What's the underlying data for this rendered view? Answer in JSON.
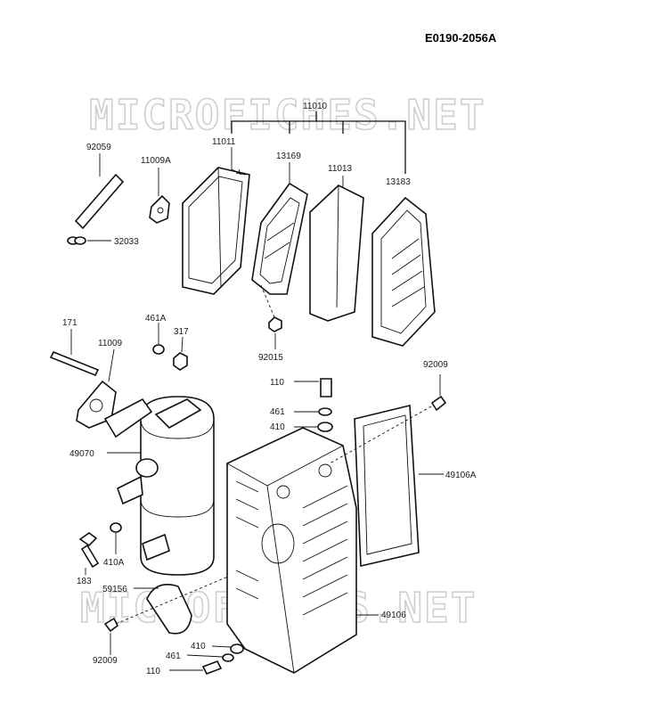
{
  "diagram_code": "E0190-2056A",
  "watermark": "MICROFICHES.NET",
  "labels": [
    {
      "id": "lbl-11010",
      "text": "11010"
    },
    {
      "id": "lbl-11011",
      "text": "11011"
    },
    {
      "id": "lbl-13169",
      "text": "13169"
    },
    {
      "id": "lbl-11013",
      "text": "11013"
    },
    {
      "id": "lbl-13183",
      "text": "13183"
    },
    {
      "id": "lbl-92059",
      "text": "92059"
    },
    {
      "id": "lbl-11009a",
      "text": "11009A"
    },
    {
      "id": "lbl-32033",
      "text": "32033"
    },
    {
      "id": "lbl-171",
      "text": "171"
    },
    {
      "id": "lbl-11009",
      "text": "11009"
    },
    {
      "id": "lbl-461a",
      "text": "461A"
    },
    {
      "id": "lbl-317",
      "text": "317"
    },
    {
      "id": "lbl-92015",
      "text": "92015"
    },
    {
      "id": "lbl-92009-top",
      "text": "92009"
    },
    {
      "id": "lbl-110-top",
      "text": "110"
    },
    {
      "id": "lbl-461-top",
      "text": "461"
    },
    {
      "id": "lbl-410-top",
      "text": "410"
    },
    {
      "id": "lbl-49070",
      "text": "49070"
    },
    {
      "id": "lbl-49106a",
      "text": "49106A"
    },
    {
      "id": "lbl-410a",
      "text": "410A"
    },
    {
      "id": "lbl-183",
      "text": "183"
    },
    {
      "id": "lbl-59156",
      "text": "59156"
    },
    {
      "id": "lbl-49106",
      "text": "49106"
    },
    {
      "id": "lbl-410-bot",
      "text": "410"
    },
    {
      "id": "lbl-461-bot",
      "text": "461"
    },
    {
      "id": "lbl-92009-bot",
      "text": "92009"
    },
    {
      "id": "lbl-110-bot",
      "text": "110"
    }
  ]
}
